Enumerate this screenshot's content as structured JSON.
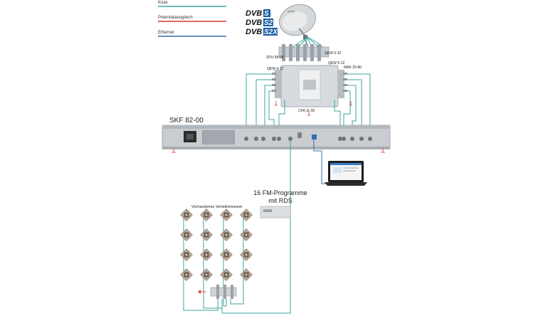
{
  "legend": {
    "items": [
      {
        "label": "Koax",
        "color": "#3aa79c"
      },
      {
        "label": "Potentialausgleich",
        "color": "#d9342b"
      },
      {
        "label": "Ethernet",
        "color": "#2f6fb3"
      }
    ]
  },
  "dvb_logos": [
    {
      "prefix": "DVB",
      "suffix": "S"
    },
    {
      "prefix": "DVB",
      "suffix": "S2"
    },
    {
      "prefix": "DVB",
      "suffix": "S2X"
    }
  ],
  "dish_brand": "axing",
  "components": {
    "qew_5_10": "QEW 5-10",
    "spu": "SPU 58-09",
    "qew_5_12": "QEW 5-12",
    "qew_4_12": "QEW 4-12",
    "mak": "MAK 20-80",
    "cfa": "CFA 11-00",
    "skf": "SKF 82-00"
  },
  "fm_title": {
    "line1": "16 FM-Programme",
    "line2": "mit RDS"
  },
  "network_label": "Vorhandenes Verteilnetzwerk",
  "colors": {
    "coax": "#3aa79c",
    "ground": "#d9342b",
    "ethernet": "#2f6fb3"
  }
}
